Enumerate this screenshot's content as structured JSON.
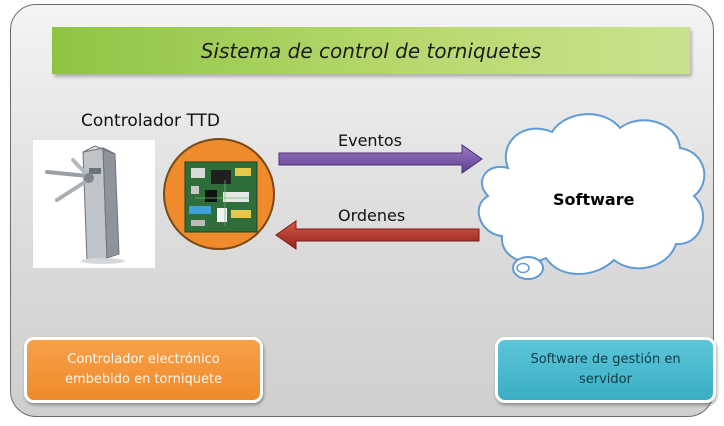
{
  "diagram": {
    "title": "Sistema de control de torniquetes",
    "controller_label": "Controlador TTD",
    "arrows": {
      "events_label": "Eventos",
      "orders_label": "Ordenes",
      "events_color": "#7a5aa6",
      "orders_color": "#c0392b"
    },
    "cloud_label": "Software",
    "boxes": {
      "controller_box": "Controlador electrónico\nembebido en torniquete",
      "software_box": "Software de gestión en\nservidor"
    },
    "colors": {
      "banner": "#9ccb55",
      "board_circle": "#ef8b2c",
      "controller_box": "#f29437",
      "software_box": "#45b6ca"
    },
    "icons": [
      "turnstile-image",
      "circuit-board-image",
      "cloud-shape"
    ]
  }
}
